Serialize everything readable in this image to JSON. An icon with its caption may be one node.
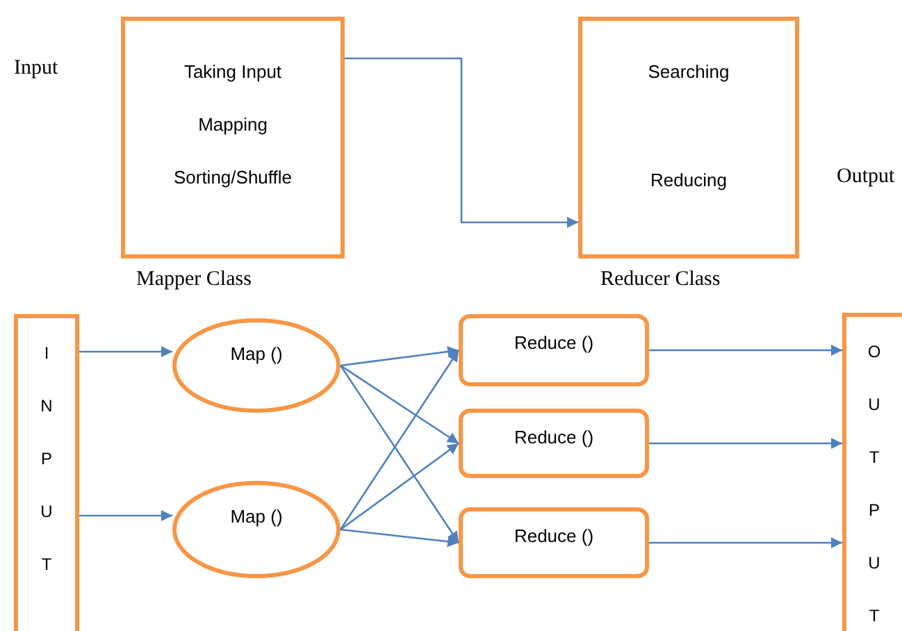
{
  "diagram": {
    "nodes": [
      {
        "text": [
          "Taking Input",
          "Mapping",
          "Sorting/Shuffle"
        ],
        "beside": [
          "Mapper Class"
        ]
      },
      {
        "text": [
          "Searching",
          "Reducing"
        ],
        "beside": [
          "Reducer Class"
        ]
      },
      {
        "text": [
          "INPUT"
        ]
      },
      {
        "text": [
          "Map ()"
        ]
      },
      {
        "text": [
          "Map ()"
        ]
      },
      {
        "text": [
          "Reduce ()"
        ]
      },
      {
        "text": [
          "Reduce ()"
        ]
      },
      {
        "text": [
          "Reduce ()"
        ]
      },
      {
        "text": [
          "OUTPUT"
        ]
      }
    ],
    "edges": [
      {
        "from": 0,
        "to": 1,
        "arrow": "to"
      },
      {
        "from": 2,
        "to": 3,
        "arrow": "to"
      },
      {
        "from": 2,
        "to": 4,
        "arrow": "to"
      },
      {
        "from": 3,
        "to": 5,
        "arrow": "to"
      },
      {
        "from": 3,
        "to": 6,
        "arrow": "to"
      },
      {
        "from": 3,
        "to": 7,
        "arrow": "to"
      },
      {
        "from": 4,
        "to": 5,
        "arrow": "to"
      },
      {
        "from": 4,
        "to": 6,
        "arrow": "to"
      },
      {
        "from": 4,
        "to": 7,
        "arrow": "to"
      },
      {
        "from": 5,
        "to": 8,
        "arrow": "to"
      },
      {
        "from": 6,
        "to": 8,
        "arrow": "to"
      },
      {
        "from": 7,
        "to": 8,
        "arrow": "to"
      }
    ],
    "labels": [
      "Input",
      "Output"
    ]
  }
}
